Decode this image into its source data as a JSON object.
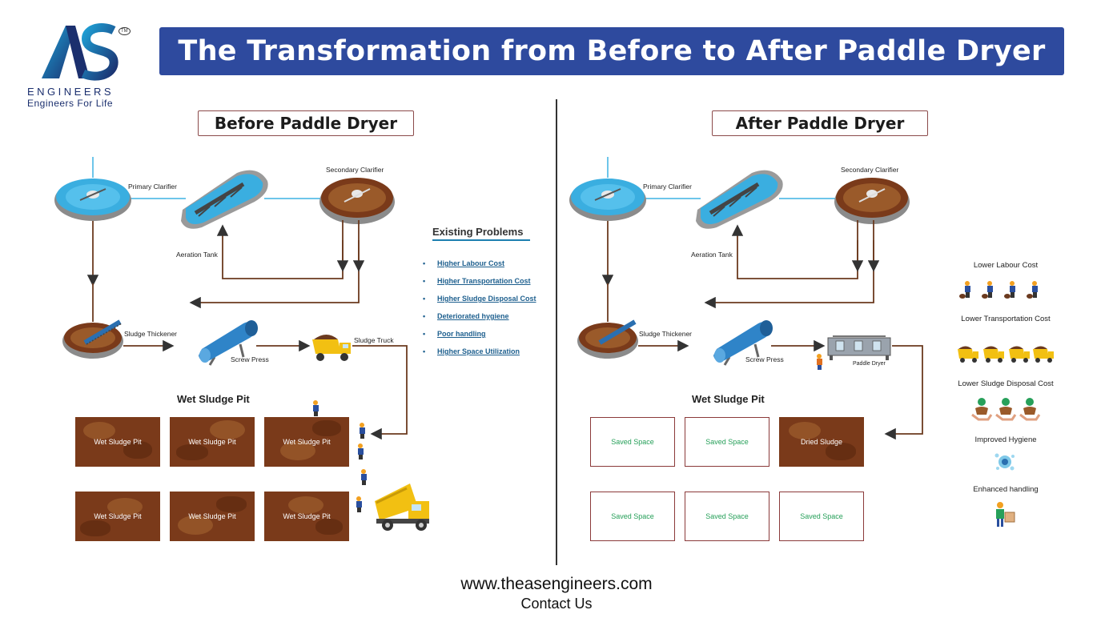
{
  "logo": {
    "letters": "AS",
    "trademark": "TM",
    "company": "ENGINEERS",
    "tagline": "Engineers For Life"
  },
  "title": "The Transformation from Before to After Paddle Dryer",
  "before": {
    "heading": "Before Paddle Dryer",
    "primary_clarifier": "Primary Clarifier",
    "secondary_clarifier": "Secondary Clarifier",
    "aeration_tank": "Aeration Tank",
    "sludge_thickener": "Sludge Thickener",
    "screw_press": "Screw Press",
    "sludge_truck": "Sludge Truck",
    "pit_area_title": "Wet Sludge Pit",
    "pits": [
      "Wet Sludge Pit",
      "Wet Sludge Pit",
      "Wet Sludge Pit",
      "Wet Sludge Pit",
      "Wet Sludge Pit",
      "Wet Sludge Pit"
    ]
  },
  "problems": {
    "title": "Existing Problems",
    "bullet": "•",
    "items": [
      "Higher Labour Cost",
      "Higher Transportation Cost",
      "Higher Sludge Disposal Cost",
      "Deteriorated hygiene",
      "Poor handling",
      "Higher Space Utilization"
    ]
  },
  "after": {
    "heading": "After Paddle Dryer",
    "primary_clarifier": "Primary Clarifier",
    "secondary_clarifier": "Secondary Clarifier",
    "aeration_tank": "Aeration Tank",
    "sludge_thickener": "Sludge Thickener",
    "screw_press": "Screw Press",
    "paddle_dryer": "Paddle Dryer",
    "pit_area_title": "Wet Sludge Pit",
    "boxes": [
      "Saved Space",
      "Saved Space",
      "Dried Sludge",
      "Saved Space",
      "Saved Space",
      "Saved Space"
    ]
  },
  "benefits": {
    "items": [
      "Lower Labour Cost",
      "Lower Transportation Cost",
      "Lower Sludge Disposal Cost",
      "Improved Hygiene",
      "Enhanced handling"
    ]
  },
  "footer": {
    "url": "www.theasengineers.com",
    "contact": "Contact Us"
  },
  "colors": {
    "banner": "#2e4a9e",
    "water": "#3aaee0",
    "sludge": "#7a3a1a",
    "pipe": "#6b3a1f",
    "saved_text": "#27a05a",
    "problem_text": "#1d5f8e"
  }
}
